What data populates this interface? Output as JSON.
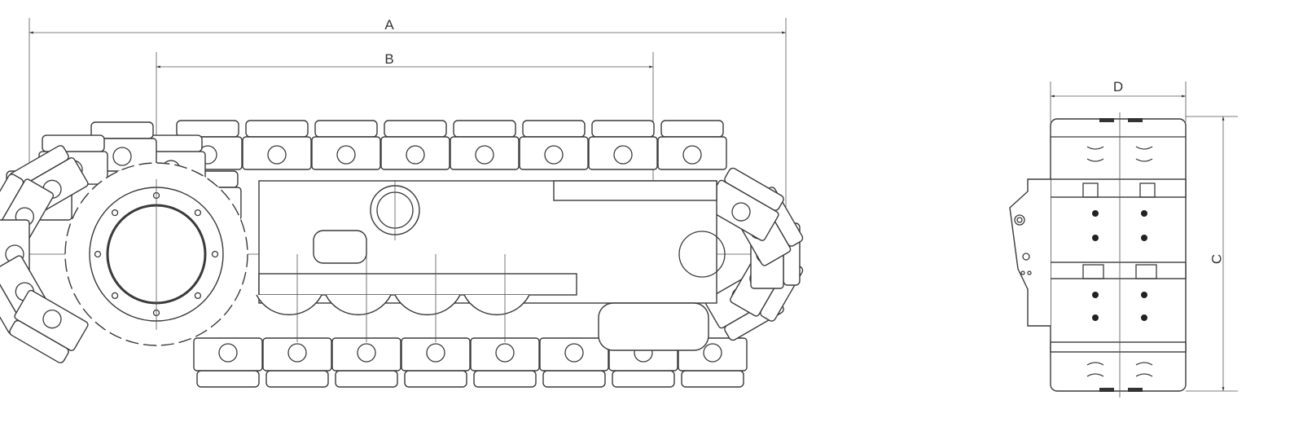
{
  "dimensions": {
    "overall_length": "A",
    "wheelbase": "B",
    "height": "C",
    "width": "D"
  },
  "colors": {
    "line": "#3a3a3a",
    "background": "#ffffff"
  }
}
